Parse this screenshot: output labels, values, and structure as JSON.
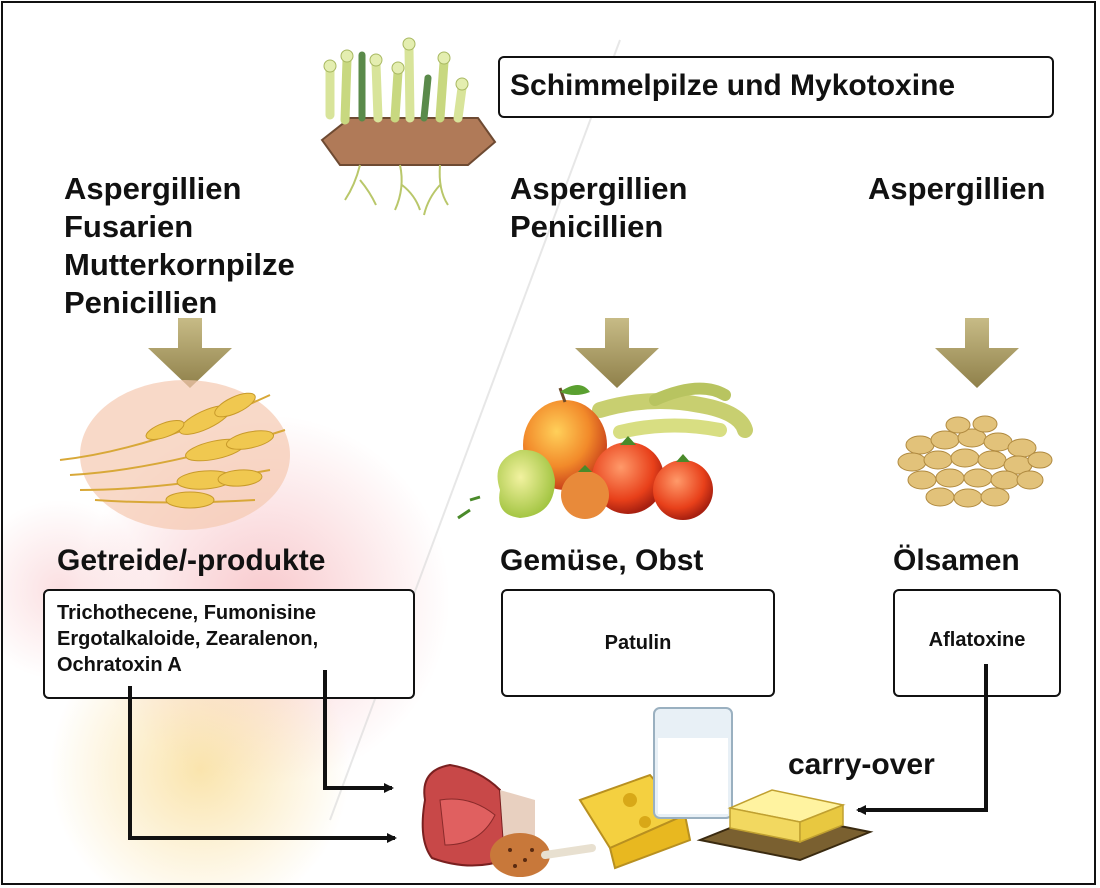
{
  "title": "Schimmelpilze und Mykotoxine",
  "columns": [
    {
      "fungi": [
        "Aspergillien",
        "Fusarien",
        "Mutterkornpilze",
        "Penicillien"
      ],
      "food": "Getreide/-produkte",
      "toxins": [
        "Trichothecene, Fumonisine",
        "Ergotalkaloide, Zearalenon,",
        "Ochratoxin A"
      ]
    },
    {
      "fungi": [
        "Aspergillien",
        "Penicillien"
      ],
      "food": "Gemüse, Obst",
      "toxins": [
        "Patulin"
      ]
    },
    {
      "fungi": [
        "Aspergillien"
      ],
      "food": "Ölsamen",
      "toxins": [
        "Aflatoxine"
      ]
    }
  ],
  "carry_over_label": "carry-over",
  "colors": {
    "arrow": "#a89a64",
    "line": "#111111",
    "wheat": "#e8c060",
    "soy": "#e2c27a"
  },
  "icons": [
    "mold-icon",
    "wheat-icon",
    "fruit-vegetables-icon",
    "soybeans-icon",
    "animal-products-icon"
  ]
}
